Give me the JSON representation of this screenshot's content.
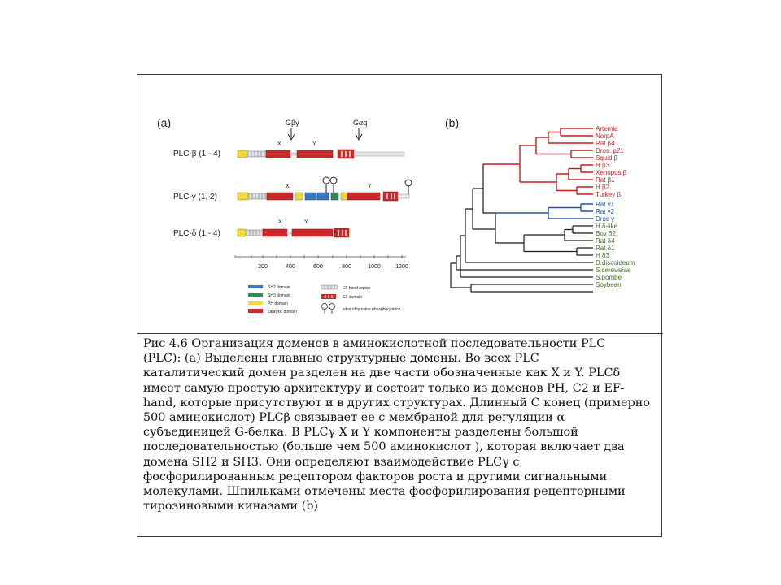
{
  "panel_a": {
    "label": "(a)",
    "arrow_beta_gamma": "Gβγ",
    "arrow_alpha_q": "Gαq",
    "rows": [
      {
        "name": "PLC-β (1 - 4)",
        "x_label": "X",
        "y_label": "Y"
      },
      {
        "name": "PLC-γ (1, 2)",
        "x_label": "X",
        "y_label": "Y"
      },
      {
        "name": "PLC-δ (1 - 4)",
        "x_label": "X",
        "y_label": "Y"
      }
    ],
    "scale_ticks": [
      "200",
      "400",
      "600",
      "800",
      "1000",
      "1200"
    ],
    "legend": [
      {
        "text": "SH2 domain",
        "color": "#3a78c8"
      },
      {
        "text": "SH3 domain",
        "color": "#2e8b57"
      },
      {
        "text": "PH domain",
        "color": "#f2d93a"
      },
      {
        "text": "catalytic domain",
        "color": "#cc2a2a"
      },
      {
        "text": "EF hand region",
        "color": "#9aa0a6"
      },
      {
        "text": "C2 domain",
        "color": "#cc2a2a"
      },
      {
        "text": "sites of tyrosine phosphorylation",
        "color": "#333333"
      }
    ]
  },
  "panel_b": {
    "label": "(b)",
    "leaves": [
      {
        "text": "Artemia",
        "color": "#c41e1e"
      },
      {
        "text": "NorpA",
        "color": "#c41e1e"
      },
      {
        "text": "Rat β4",
        "color": "#c41e1e"
      },
      {
        "text": "Dros. p21",
        "color": "#c41e1e"
      },
      {
        "text": "Squid β",
        "color": "#c41e1e"
      },
      {
        "text": "H β3",
        "color": "#c41e1e"
      },
      {
        "text": "Xenopus β",
        "color": "#c41e1e"
      },
      {
        "text": "Rat β1",
        "color": "#c41e1e"
      },
      {
        "text": "H β2",
        "color": "#c41e1e"
      },
      {
        "text": "Turkey β",
        "color": "#c41e1e"
      },
      {
        "text": "Rat γ1",
        "color": "#1f55b0"
      },
      {
        "text": "Rat γ2",
        "color": "#1f55b0"
      },
      {
        "text": "Dros γ",
        "color": "#1f55b0"
      },
      {
        "text": "H δ-like",
        "color": "#3f6e1f"
      },
      {
        "text": "Bov δ2",
        "color": "#3f6e1f"
      },
      {
        "text": "Rat δ4",
        "color": "#3f6e1f"
      },
      {
        "text": "Rat δ1",
        "color": "#3f6e1f"
      },
      {
        "text": "H δ3",
        "color": "#3f6e1f"
      },
      {
        "text": "D.discoideum",
        "color": "#3f6e1f"
      },
      {
        "text": "S.cerevisiae",
        "color": "#3f6e1f"
      },
      {
        "text": "S.pombe",
        "color": "#3f6e1f"
      },
      {
        "text": "Soybean",
        "color": "#3f6e1f"
      }
    ]
  },
  "caption": {
    "lines": [
      "Рис 4.6 Организация доменов в аминокислотной последовательности PLC",
      "(PLC): (a) Выделены главные структурные домены. Во всех PLC",
      "каталитический домен разделен на две части обозначенные как X и Y. PLCδ",
      "имеет самую простую архитектуру и состоит только из доменов PH, C2 и EF-",
      "hand, которые присутствуют и в других структурах. Длинный C конец (примерно",
      "500 аминокислот) PLCβ связывает ее с мембраной для регуляции α",
      "субъединицей G-белка. В PLCγ X и Y компоненты разделены большой",
      "последовательностью (больше чем 500 аминокислот ), которая включает два",
      "домена SH2 и SH3. Они определяют взаимодействие PLCγ с",
      "фосфорилированным рецептором факторов роста и другими сигнальными",
      "молекулами. Шпильками отмечены места фосфорилирования рецепторными",
      "тирозиновыми киназами (b)"
    ]
  }
}
